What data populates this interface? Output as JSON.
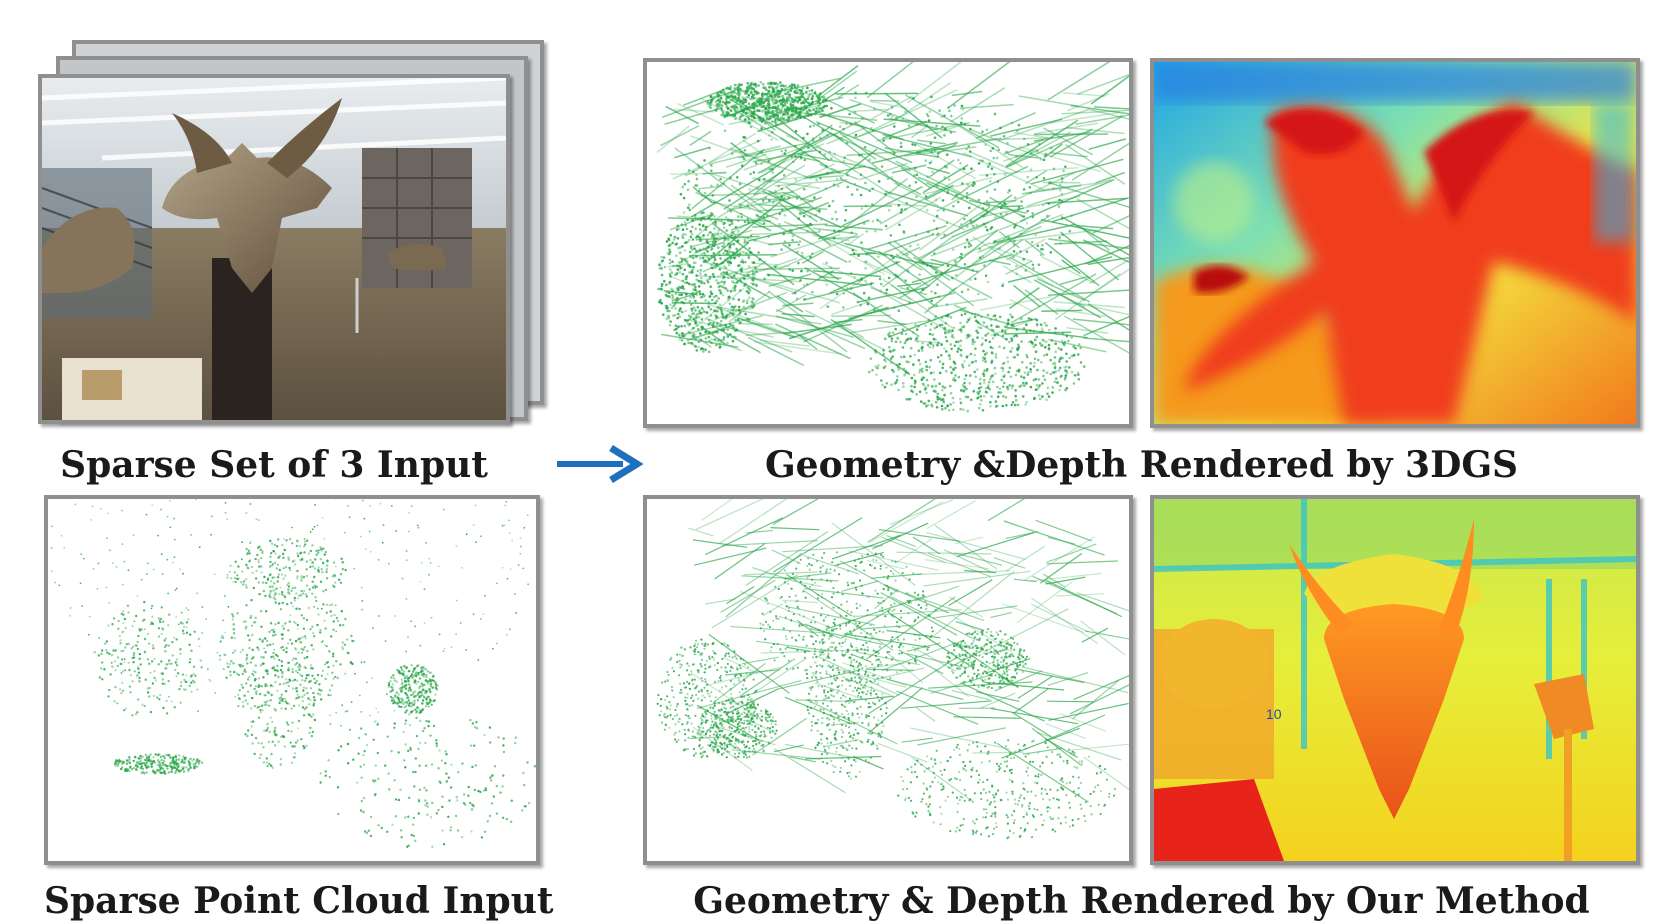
{
  "captions": {
    "sparse_input": "Sparse Set of 3 Input",
    "point_cloud": "Sparse Point Cloud Input",
    "baseline": "Geometry &Depth Rendered by 3DGS",
    "ours": "Geometry & Depth Rendered by Our Method"
  },
  "colors": {
    "point_green": "#2aa84a",
    "frame_gray": "#8f8f8f",
    "arrow_blue": "#1f6fc1"
  }
}
